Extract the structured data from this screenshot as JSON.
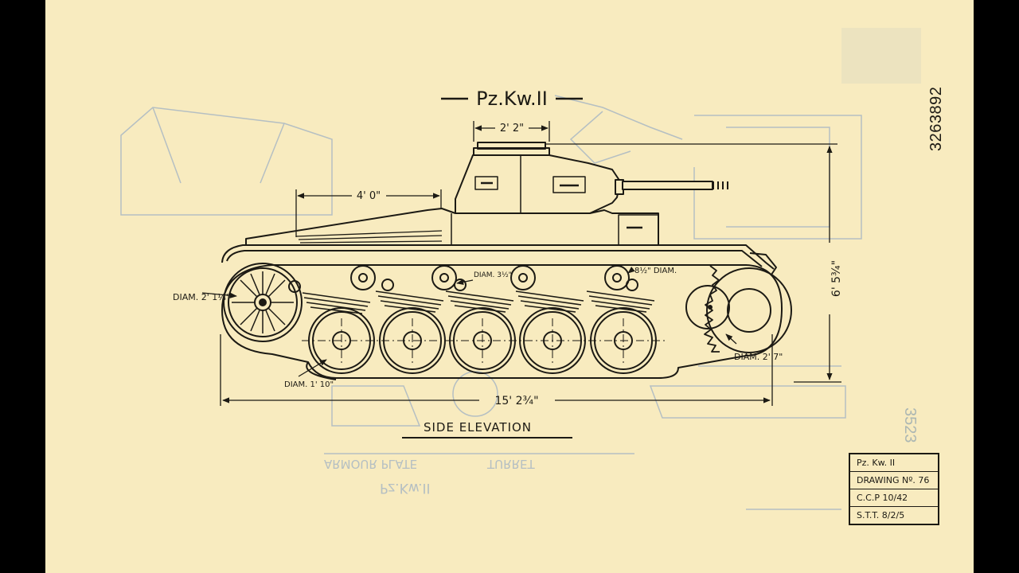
{
  "drawing": {
    "title": "Pz.Kw.II",
    "view_label": "SIDE ELEVATION",
    "serial": "3263892",
    "stamp_partial": "3523"
  },
  "dimensions": {
    "turret_width": "2' 2\"",
    "hull_front": "4' 0\"",
    "height": "6' 5¾\"",
    "length": "15' 2¾\"",
    "idler_diam": "DIAM. 2' 1¼\"",
    "return_roller_diam": "DIAM. 3½\"",
    "return_roller_diam_2": "8½\" DIAM.",
    "road_wheel_diam": "DIAM. 1' 10\"",
    "sprocket_diam": "DIAM. 2' 7\""
  },
  "title_block": {
    "rows": [
      "Pz. Kw. II",
      "DRAWING Nº. 76",
      "C.C.P  10/42",
      "S.T.T.  8/2/5"
    ]
  },
  "ghost_labels": {
    "armour_plate": "ARMOUR PLATE",
    "turret": "TURRET",
    "pzkw": "Pz.Kw.II"
  },
  "colors": {
    "paper": "#f8ebbf",
    "ink": "#1c1a14",
    "bleed": "#9fb1c4"
  }
}
